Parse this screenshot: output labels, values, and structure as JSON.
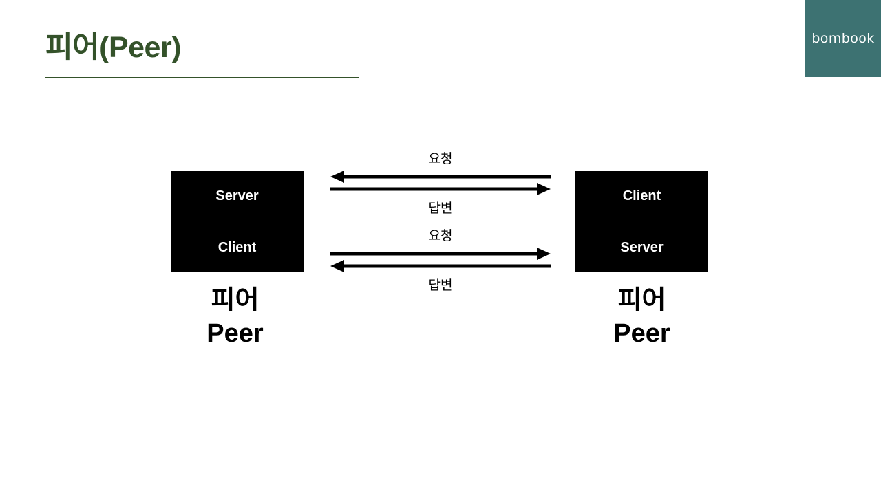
{
  "slide": {
    "title": "피어(Peer)",
    "background_color": "#ffffff",
    "title_color": "#34522a"
  },
  "brand": {
    "name": "bombook",
    "panel_color": "#3d7272",
    "text_color": "#ffffff"
  },
  "diagram": {
    "type": "peer-to-peer communication",
    "nodes": [
      {
        "id": "left-peer",
        "roles": [
          "Server",
          "Client"
        ],
        "caption_ko": "피어",
        "caption_en": "Peer",
        "fill_color": "#000000",
        "text_color": "#ffffff"
      },
      {
        "id": "right-peer",
        "roles": [
          "Client",
          "Server"
        ],
        "caption_ko": "피어",
        "caption_en": "Peer",
        "fill_color": "#000000",
        "text_color": "#ffffff"
      }
    ],
    "arrow_groups": [
      {
        "id": "upper-exchange",
        "label_above": "요청",
        "label_below": "답변",
        "arrows": [
          {
            "label": "요청",
            "direction": "left"
          },
          {
            "label": "답변",
            "direction": "right"
          }
        ]
      },
      {
        "id": "lower-exchange",
        "label_above": "요청",
        "label_below": "답변",
        "arrows": [
          {
            "label": "요청",
            "direction": "right"
          },
          {
            "label": "답변",
            "direction": "left"
          }
        ]
      }
    ]
  }
}
